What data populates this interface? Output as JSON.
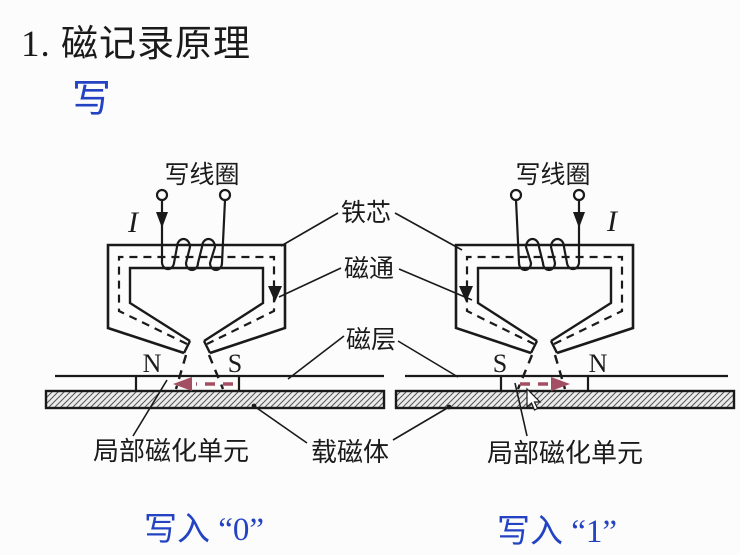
{
  "page": {
    "title": "1. 磁记录原理",
    "subtitle": "写"
  },
  "colors": {
    "ink": "#1b1b1b",
    "accent_blue": "#2343c3",
    "magnetization_arrow_red": "#a34e63"
  },
  "shared_labels": {
    "iron_core": "铁芯",
    "magnetic_flux": "磁通",
    "magnetic_layer": "磁层",
    "magnetic_carrier": "载磁体"
  },
  "heads": {
    "left": {
      "coil_label": "写线圈",
      "current_label": "I",
      "left_pole": "N",
      "right_pole": "S",
      "cell_label": "局部磁化单元",
      "caption": "写入 “0”"
    },
    "right": {
      "coil_label": "写线圈",
      "current_label": "I",
      "left_pole": "S",
      "right_pole": "N",
      "cell_label": "局部磁化单元",
      "caption": "写入 “1”"
    }
  }
}
